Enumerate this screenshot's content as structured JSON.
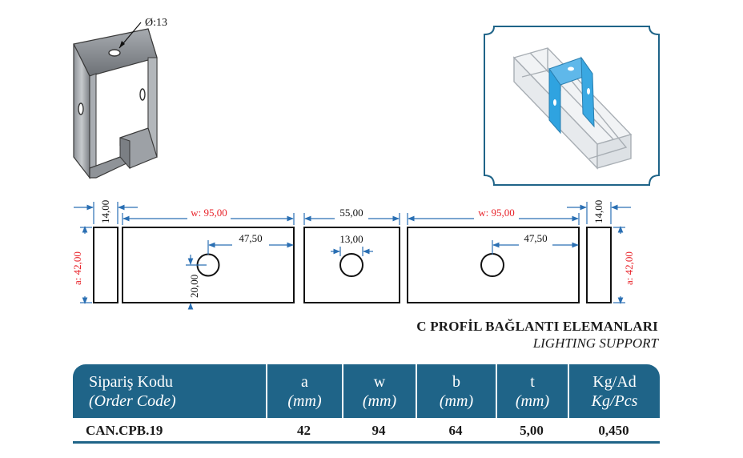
{
  "drawing": {
    "hole_label": "Ø:13",
    "dims": {
      "t_left": "14,00",
      "t_right": "14,00",
      "a_left": "a: 42,00",
      "a_right": "a: 42,00",
      "w_left": "w: 95,00",
      "w_right": "w: 95,00",
      "offset_left": "47,50",
      "offset_right": "47,50",
      "b": "55,00",
      "hole_dia": "13,00",
      "hole_height": "20,00"
    },
    "colors": {
      "dimension": "#2a6fb3",
      "accent_text": "#e8232a",
      "highlight_part": "#2fa3e0",
      "frame": "#1f6488"
    }
  },
  "title": {
    "main": "C PROFİL BAĞLANTI ELEMANLARI",
    "sub": "LIGHTING SUPPORT"
  },
  "table": {
    "headers": [
      {
        "line1": "Sipariş Kodu",
        "line2": "(Order Code)"
      },
      {
        "line1": "a",
        "line2": "(mm)"
      },
      {
        "line1": "w",
        "line2": "(mm)"
      },
      {
        "line1": "b",
        "line2": "(mm)"
      },
      {
        "line1": "t",
        "line2": "(mm)"
      },
      {
        "line1": "Kg/Ad",
        "line2": "Kg/Pcs"
      }
    ],
    "row": [
      "CAN.CPB.19",
      "42",
      "94",
      "64",
      "5,00",
      "0,450"
    ]
  }
}
